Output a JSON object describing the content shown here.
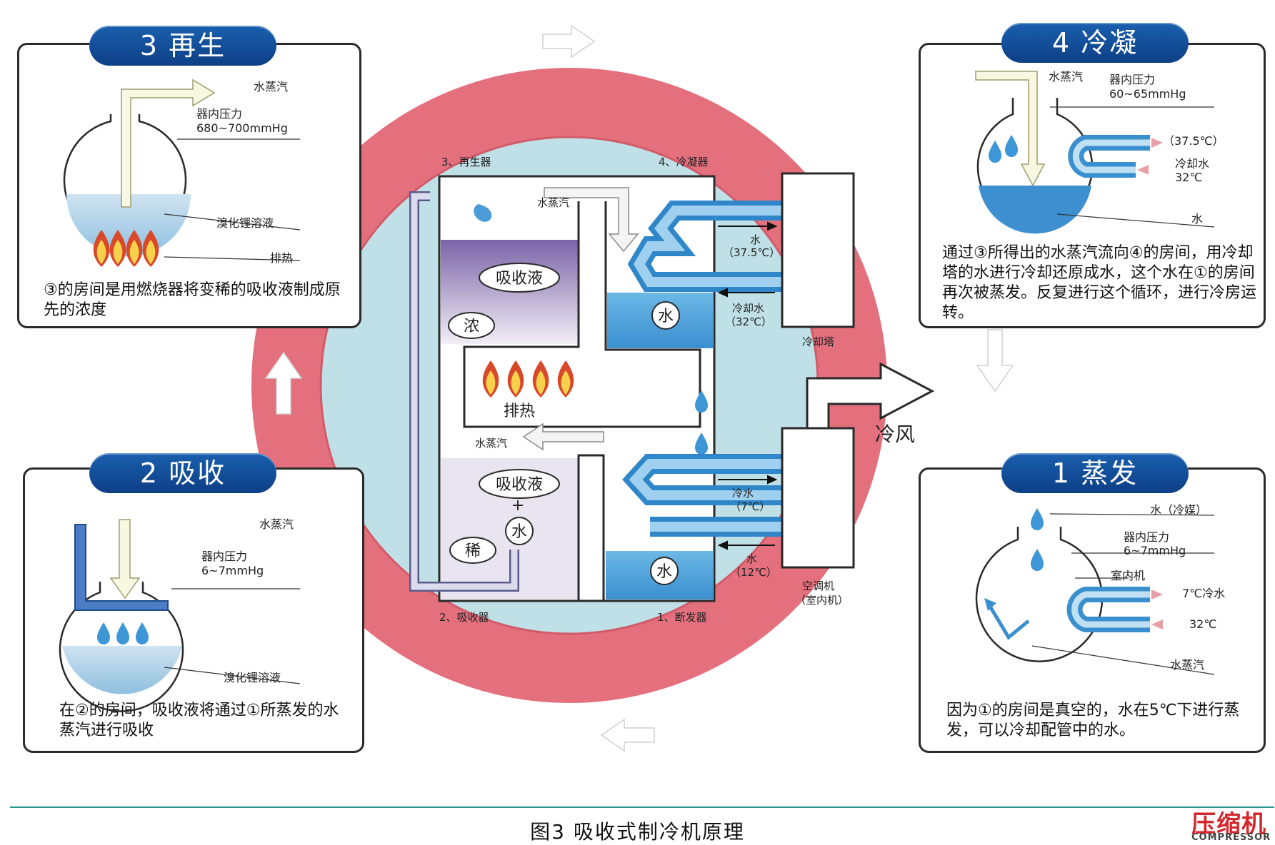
{
  "stages": {
    "regen": {
      "badge": "3  再生",
      "desc": "③的房间是用燃烧器将变稀的吸收液制成原先的浓度",
      "labels": {
        "vapor": "水蒸汽",
        "pressure_title": "器内压力",
        "pressure_value": "680~700mmHg",
        "solution": "溴化锂溶液",
        "heat": "排热"
      }
    },
    "condense": {
      "badge": "4  冷凝",
      "desc": "通过③所得出的水蒸汽流向④的房间，用冷却塔的水进行冷却还原成水，这个水在①的房间再次被蒸发。反复进行这个循环，进行冷房运转。",
      "labels": {
        "vapor": "水蒸汽",
        "pressure_title": "器内压力",
        "pressure_value": "60~65mmHg",
        "temp_out": "（37.5℃）",
        "cooling_water": "冷却水",
        "temp_in": "32℃",
        "water": "水"
      }
    },
    "absorb": {
      "badge": "2  吸收",
      "desc": "在②的房间，吸收液将通过①所蒸发的水蒸汽进行吸收",
      "labels": {
        "vapor": "水蒸汽",
        "pressure_title": "器内压力",
        "pressure_value": "6~7mmHg",
        "solution": "溴化锂溶液"
      }
    },
    "evap": {
      "badge": "1  蒸发",
      "desc": "因为①的房间是真空的，水在5℃下进行蒸发，可以冷却配管中的水。",
      "labels": {
        "water_refrigerant": "水（冷媒）",
        "pressure_title": "器内压力",
        "pressure_value": "6~7mmHg",
        "indoor": "室内机",
        "chilled_out": "7℃冷水",
        "temp_in": "32℃",
        "vapor": "水蒸汽"
      }
    }
  },
  "center": {
    "regenerator": "3、再生器",
    "condenser": "4、冷凝器",
    "absorber": "2、吸收器",
    "evaporator": "1、断发器",
    "vapor_top": "水蒸汽",
    "vapor_mid": "水蒸汽",
    "absorbent_top": "吸收液",
    "concentrated": "浓",
    "heat": "排热",
    "absorbent_bottom": "吸收液",
    "plus": "+",
    "water_small": "水",
    "dilute": "稀",
    "water_condenser": "水",
    "water_evap": "水",
    "cond_water_out": "水",
    "cond_water_out_temp": "（37.5℃）",
    "cooling_water": "冷却水",
    "cooling_water_temp": "（32℃）",
    "cooling_tower": "冷却塔",
    "chilled_out": "冷水",
    "chilled_out_temp": "（7℃）",
    "chilled_in": "水",
    "chilled_in_temp": "（12℃）",
    "ac_unit": "空调机",
    "ac_unit_sub": "（室内机）",
    "cold_air": "冷风"
  },
  "caption": "图3  吸收式制冷机原理",
  "logo": {
    "cn": "压缩机",
    "en": "COMPRESSOR"
  },
  "colors": {
    "ring": "#e4707e",
    "disk": "#bfe0e6",
    "badge": "#124e9c",
    "water": "#4aa3dc",
    "light_water": "#bfe0f2"
  }
}
